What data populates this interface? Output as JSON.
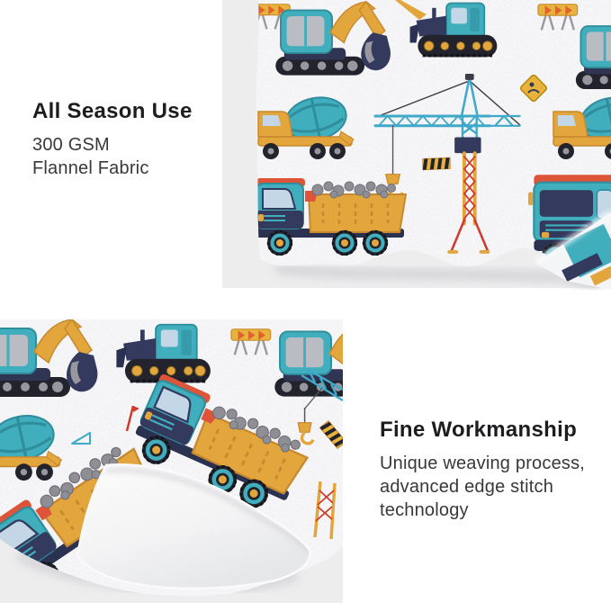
{
  "panels": {
    "all_season": {
      "title": "All Season Use",
      "detail_1": "300 GSM",
      "detail_2": "Flannel Fabric"
    },
    "workmanship": {
      "title": "Fine Workmanship",
      "detail_1": "Unique weaving process,",
      "detail_2": "advanced edge stitch",
      "detail_3": "technology"
    }
  },
  "illustration_icons": [
    "traffic-barrier-icon",
    "excavator-icon",
    "bulldozer-icon",
    "cement-mixer-truck-icon",
    "tower-crane-icon",
    "road-sign-icon",
    "crane-hook-icon",
    "hazard-stripe-icon",
    "dump-truck-icon",
    "semi-truck-icon",
    "triangle-mark-icon"
  ],
  "colors": {
    "panel_background": "#ededee",
    "blanket_white": "#fdfdfe",
    "teal": "#41aebe",
    "navy": "#333a5e",
    "yellow": "#e2a63d",
    "red": "#dd5438",
    "orange": "#e0622e",
    "track_black": "#23232e",
    "heading_text": "#1d1d1f",
    "body_text": "#38383a"
  }
}
